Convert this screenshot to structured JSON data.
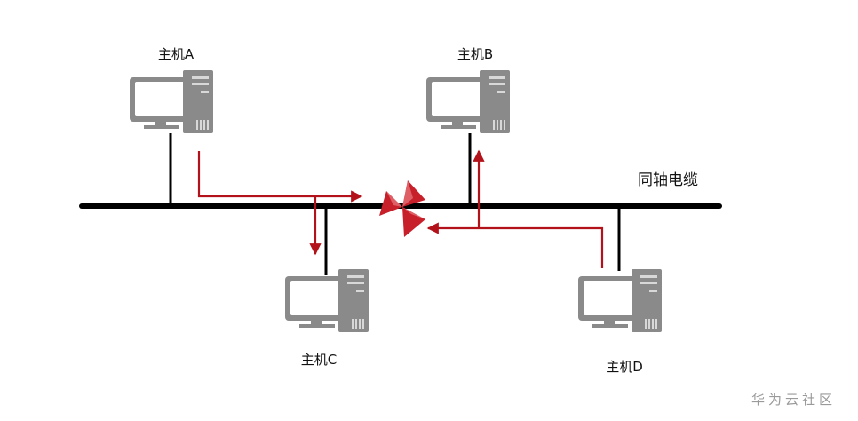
{
  "hosts": {
    "a": {
      "label": "主机A"
    },
    "b": {
      "label": "主机B"
    },
    "c": {
      "label": "主机C"
    },
    "d": {
      "label": "主机D"
    }
  },
  "cable": {
    "label": "同轴电缆"
  },
  "watermark": {
    "text": "华为云社区"
  },
  "colors": {
    "computer": "#8a8a8a",
    "bus": "#000000",
    "signal": "#b3121b",
    "collision": "#c8202a"
  },
  "icons": {
    "computer": "desktop-computer-icon",
    "collision": "collision-icon"
  }
}
